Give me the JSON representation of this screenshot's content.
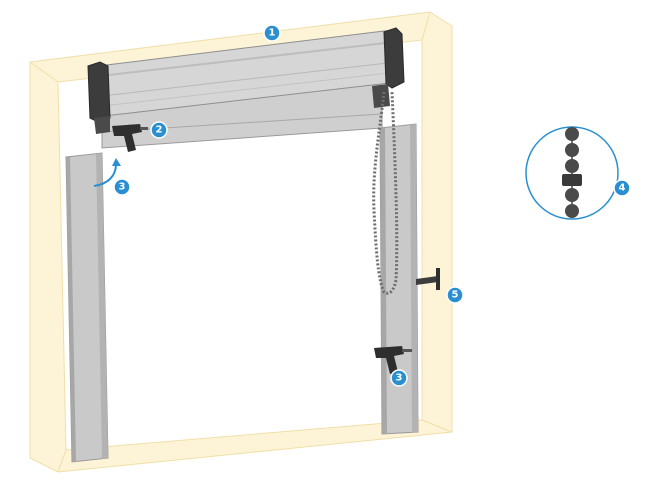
{
  "colors": {
    "accent": "#2a8fd0",
    "frame": "#fdf3d6",
    "frame_edge": "#f1dfa8",
    "rail": "#c7c7c7",
    "rail_dark": "#9a9a9a",
    "housing": "#d4d4d4",
    "endcap": "#3c3c3c",
    "chain": "#6e6e6e"
  },
  "callouts": [
    {
      "id": "c1",
      "label": "1",
      "meaning": "roller-box"
    },
    {
      "id": "c2",
      "label": "2",
      "meaning": "box-fixing-drill"
    },
    {
      "id": "c3a",
      "label": "3",
      "meaning": "left-rail-insert"
    },
    {
      "id": "c3b",
      "label": "3",
      "meaning": "rail-fixing-drill"
    },
    {
      "id": "c4",
      "label": "4",
      "meaning": "ball-chain-detail"
    },
    {
      "id": "c5",
      "label": "5",
      "meaning": "chain-holder"
    }
  ],
  "icons": [
    "drill-icon",
    "curved-arrow-icon",
    "chain-ball-icon"
  ]
}
